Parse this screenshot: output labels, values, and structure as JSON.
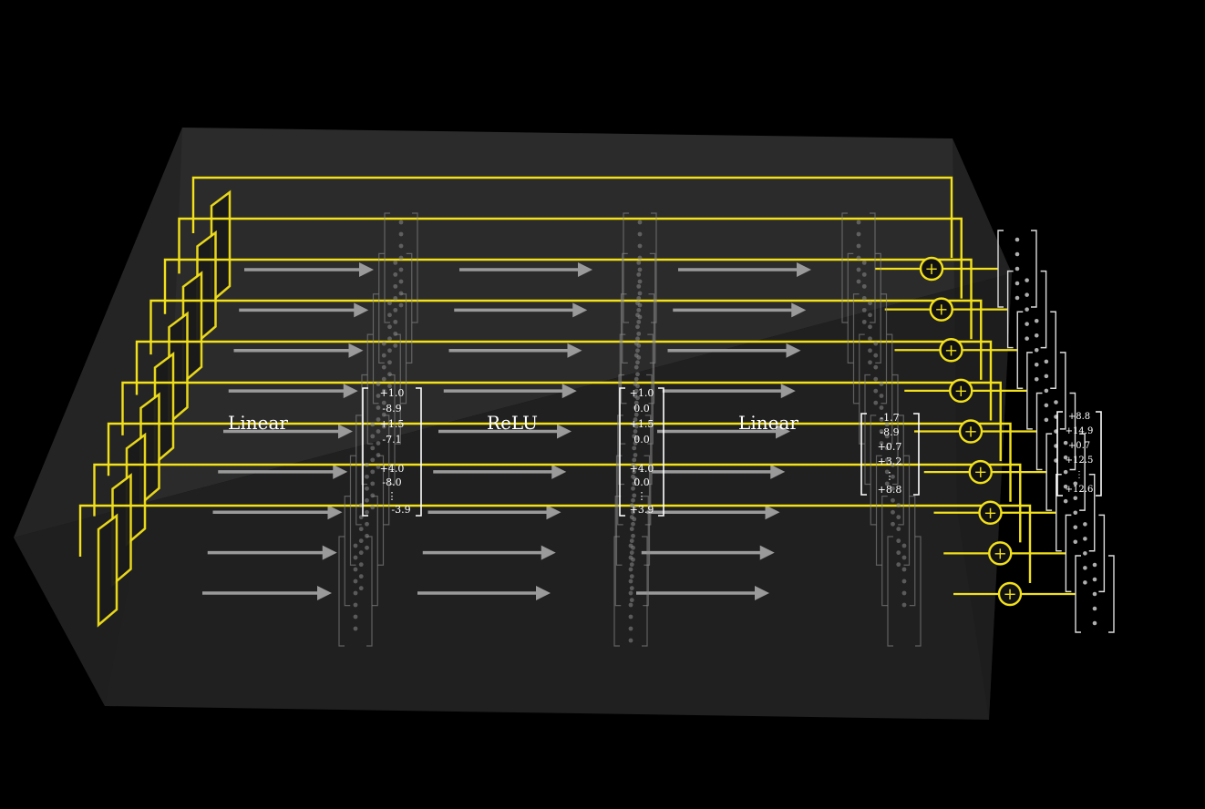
{
  "diagram": {
    "stage_labels": {
      "linear_1": "Linear",
      "relu": "ReLU",
      "linear_2": "Linear"
    },
    "hidden_vector": [
      "+1.0",
      "-8.9",
      "+1.5",
      "-7.1",
      "+4.0",
      "-8.0",
      "⋮",
      "-3.9"
    ],
    "relu_vector": [
      "+1.0",
      "0.0",
      "+1.5",
      "0.0",
      "+4.0",
      "0.0",
      "⋮",
      "+3.9"
    ],
    "output_vector": [
      "-1.7",
      "-8.9",
      "+0.7",
      "+3.2",
      "⋮",
      "+8.8"
    ],
    "result_vector": [
      "+8.8",
      "+14.9",
      "+0.7",
      "+12.5",
      "⋮",
      "+12.6"
    ],
    "plus_symbol": "+",
    "row_count": 9,
    "colors": {
      "background": "#000000",
      "block_fill": "#2e2e2e",
      "residual_line": "#f2e01a",
      "arrow": "#9a9a9a",
      "text": "#ffffff"
    }
  }
}
